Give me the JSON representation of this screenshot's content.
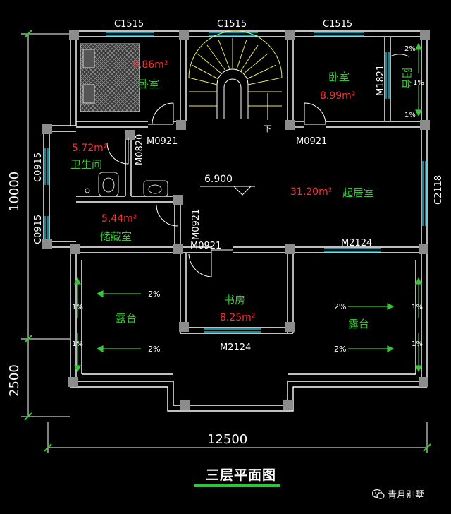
{
  "title": "三层平面图",
  "brand": "青月别墅",
  "elevation": "6.900",
  "stair_down": "下",
  "dimensions": {
    "width": "12500",
    "depth_upper": "10000",
    "depth_lower": "2500"
  },
  "windows": {
    "c1515_a": "C1515",
    "c1515_b": "C1515",
    "c1515_c": "C1515",
    "c0915_a": "C0915",
    "c0915_b": "C0915",
    "c2118": "C2118",
    "m1821": "M1821"
  },
  "doors": {
    "m0921_bed1": "M0921",
    "m0921_bed2": "M0921",
    "m0820": "M0820",
    "m0921_storage": "M0921",
    "m0921_study": "M0921",
    "m2124_top": "M2124",
    "m2124_bottom": "M2124"
  },
  "rooms": {
    "bedroom_left": {
      "name": "卧室",
      "area": "9.86m²"
    },
    "bedroom_right": {
      "name": "卧室",
      "area": "8.99m²"
    },
    "balcony": {
      "name": "阳台"
    },
    "bathroom": {
      "name": "卫生间",
      "area": "5.72m²"
    },
    "storage": {
      "name": "储藏室",
      "area": "5.44m²"
    },
    "living": {
      "name": "起居室",
      "area": "31.20m²"
    },
    "study": {
      "name": "书房",
      "area": "8.25m²"
    },
    "terrace_left": {
      "name": "露台"
    },
    "terrace_right": {
      "name": "露台"
    }
  },
  "slopes": {
    "s1": "2%",
    "s2": "2%",
    "s3": "2%",
    "s4": "2%",
    "s5": "2%",
    "s6": "1%",
    "s7": "1%",
    "s8": "1%",
    "s9": "1%",
    "s10": "1%",
    "s11": "1%"
  }
}
